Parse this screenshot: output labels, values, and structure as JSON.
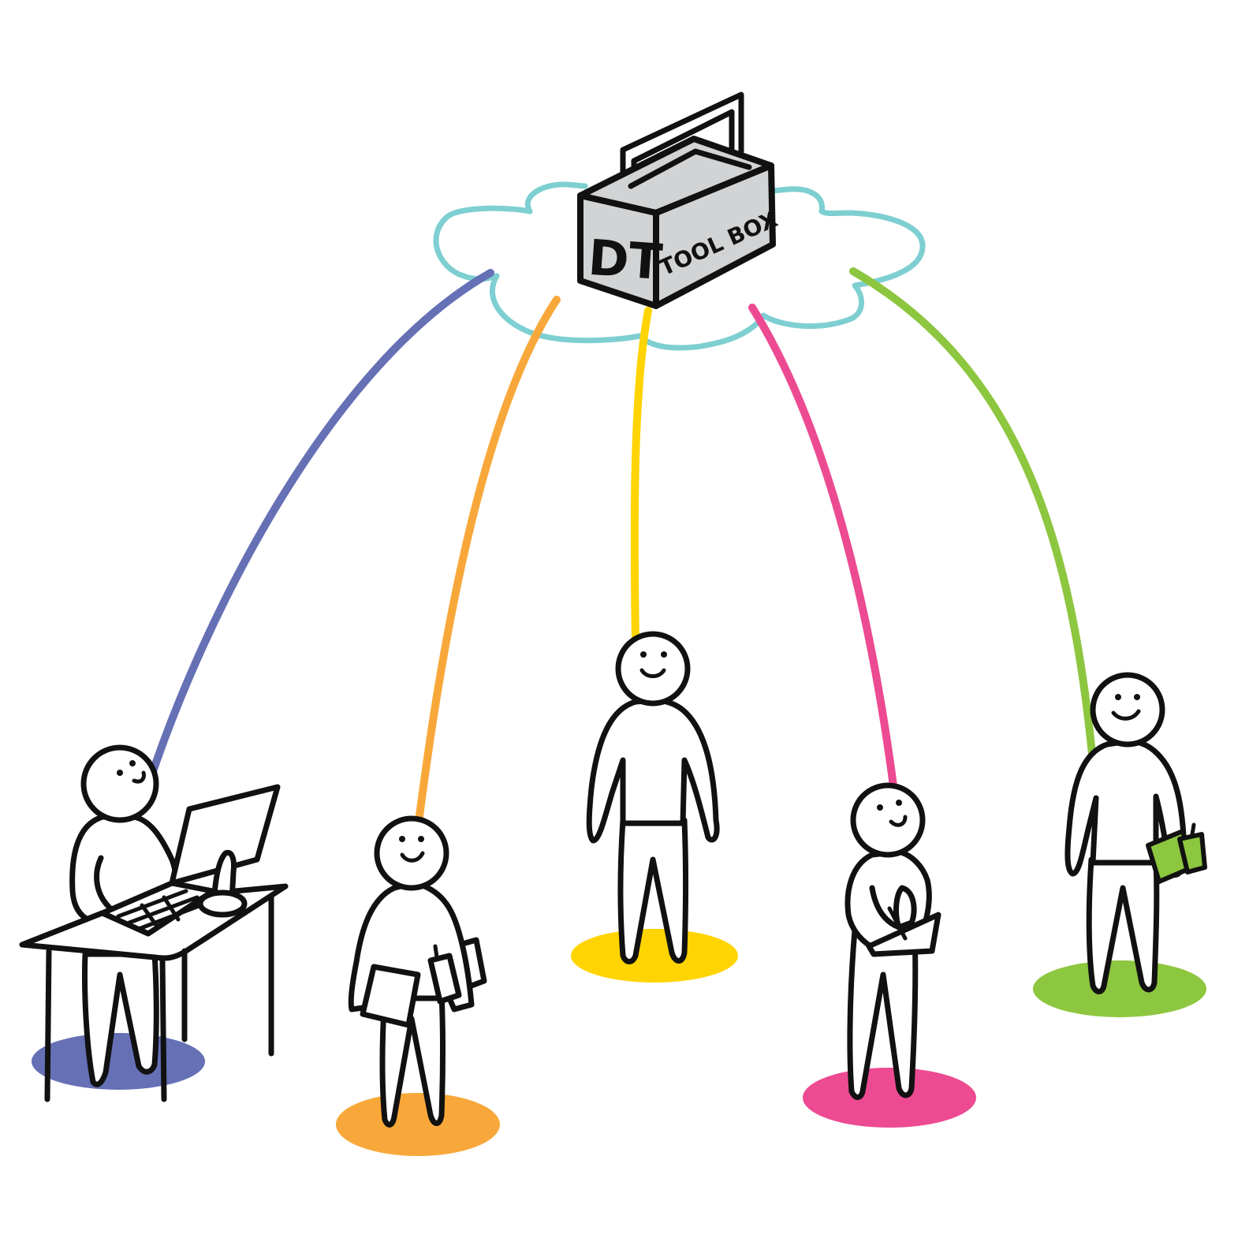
{
  "toolbox": {
    "label_front": "DT",
    "label_side": "TOOL BOX"
  },
  "colors": {
    "cloud": "#7ECFD1",
    "box": "#D1D3D4",
    "ink": "#111111",
    "blue": "#6570B5",
    "orange": "#F8A83A",
    "yellow": "#FFD400",
    "pink": "#EC4A91",
    "green": "#8DC63F"
  },
  "people": [
    {
      "id": "desk-worker",
      "color_key": "blue",
      "activity": "laptop-at-desk"
    },
    {
      "id": "field-worker-orange",
      "color_key": "orange",
      "activity": "clipboard-and-radio"
    },
    {
      "id": "person-yellow",
      "color_key": "yellow",
      "activity": "standing"
    },
    {
      "id": "writer-pink",
      "color_key": "pink",
      "activity": "writing-on-notepad"
    },
    {
      "id": "radio-holder-green",
      "color_key": "green",
      "activity": "holding-radio"
    }
  ]
}
